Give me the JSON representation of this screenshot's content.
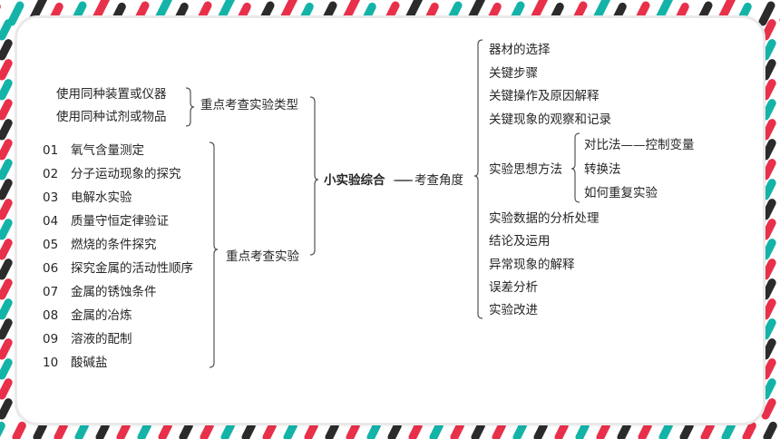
{
  "center": {
    "title": "小实验综合",
    "dash": "——",
    "angle": "考查角度"
  },
  "left_top": {
    "items": [
      "使用同种装置或仪器",
      "使用同种试剂或物品"
    ],
    "group_label": "重点考查实验类型"
  },
  "left_bottom": {
    "numbers": [
      "01",
      "02",
      "03",
      "04",
      "05",
      "06",
      "07",
      "08",
      "09",
      "10"
    ],
    "items": [
      "氧气含量测定",
      "分子运动现象的探究",
      "电解水实验",
      "质量守恒定律验证",
      "燃烧的条件探究",
      "探究金属的活动性顺序",
      "金属的锈蚀条件",
      "金属的冶炼",
      "溶液的配制",
      "酸碱盐"
    ],
    "group_label": "重点考查实验"
  },
  "right": {
    "items_top": [
      "器材的选择",
      "关键步骤",
      "关键操作及原因解释",
      "关键现象的观察和记录"
    ],
    "thinking": {
      "label": "实验思想方法",
      "sub": [
        "对比法——控制变量",
        "转换法",
        "如何重复实验"
      ]
    },
    "items_bottom": [
      "实验数据的分析处理",
      "结论及运用",
      "异常现象的解释",
      "误差分析",
      "实验改进"
    ]
  },
  "colors": {
    "red": "#e8304a",
    "teal": "#14b3a8",
    "dark": "#2b2b2b",
    "bracket": "#555555"
  }
}
